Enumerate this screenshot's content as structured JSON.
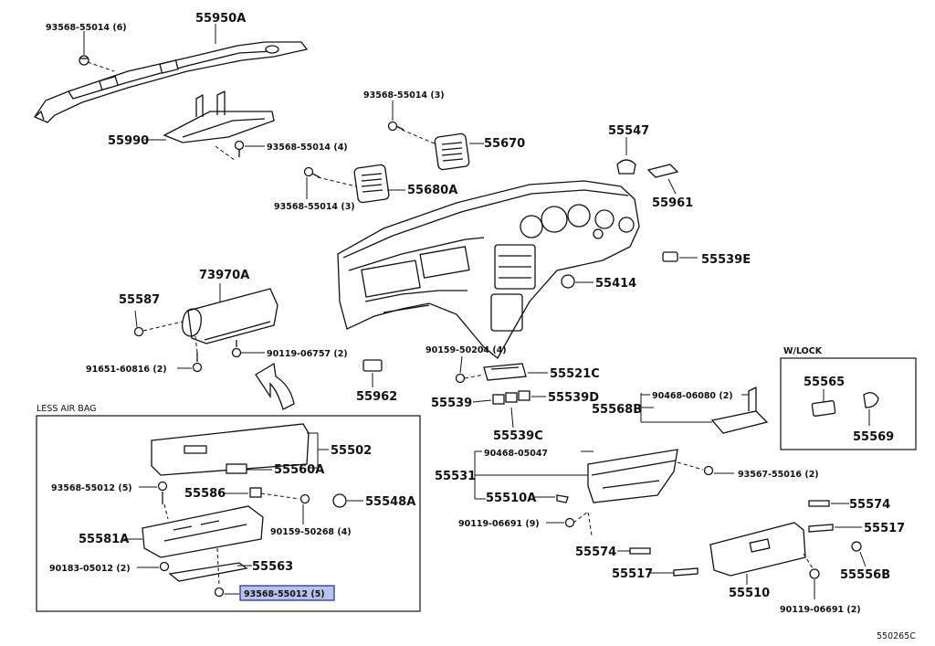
{
  "diagram": {
    "code": "550265C",
    "group_labels": {
      "less_air_bag": "LESS AIR BAG",
      "w_lock": "W/LOCK"
    },
    "selected_part": "93568-55012 (5)",
    "parts": {
      "p55950A": "55950A",
      "p93568_55014_6": "93568-55014 (6)",
      "p55990": "55990",
      "p93568_55014_4": "93568-55014 (4)",
      "p93568_55014_3a": "93568-55014 (3)",
      "p55670": "55670",
      "p55680A": "55680A",
      "p93568_55014_3b": "93568-55014 (3)",
      "p55547": "55547",
      "p55961": "55961",
      "p55539E": "55539E",
      "p55414": "55414",
      "p73970A": "73970A",
      "p55587": "55587",
      "p91651_60816_2": "91651-60816 (2)",
      "p90119_06757_2": "90119-06757 (2)",
      "p55962": "55962",
      "p90159_50204_4": "90159-50204 (4)",
      "p55521C": "55521C",
      "p55539": "55539",
      "p55539D": "55539D",
      "p55539C": "55539C",
      "p55568B": "55568B",
      "p90468_06080_2": "90468-06080 (2)",
      "p55565": "55565",
      "p55569": "55569",
      "p55502": "55502",
      "p55560A": "55560A",
      "p93568_55012_5a": "93568-55012 (5)",
      "p55586": "55586",
      "p55548A": "55548A",
      "p90159_50268_4": "90159-50268 (4)",
      "p55581A": "55581A",
      "p90183_05012_2": "90183-05012 (2)",
      "p55563": "55563",
      "p93568_55012_5b": "93568-55012 (5)",
      "p55531": "55531",
      "p90468_05047": "90468-05047",
      "p93567_55016_2": "93567-55016 (2)",
      "p55510A": "55510A",
      "p90119_06691_9": "90119-06691 (9)",
      "p55574a": "55574",
      "p55517a": "55517",
      "p55574b": "55574",
      "p55517b": "55517",
      "p55510": "55510",
      "p55556B": "55556B",
      "p90119_06691_2": "90119-06691 (2)"
    }
  }
}
